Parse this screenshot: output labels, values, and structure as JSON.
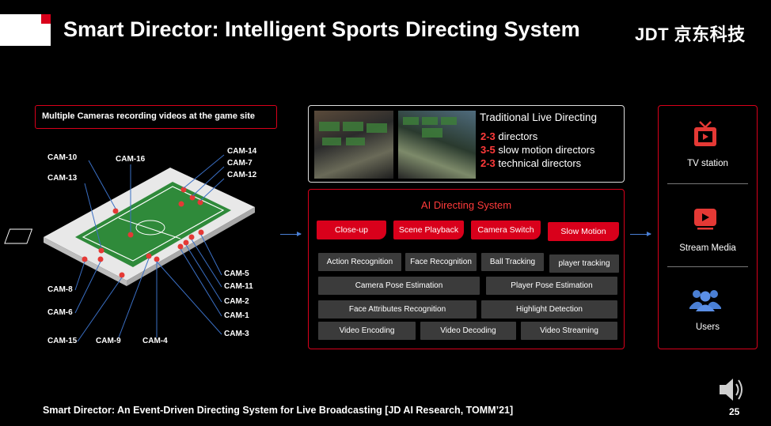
{
  "header": {
    "title": "Smart Director: Intelligent Sports Directing System",
    "brand": "JDT 京东科技"
  },
  "cameras": {
    "caption": "Multiple Cameras recording videos at the game site",
    "labels": [
      "CAM-10",
      "CAM-16",
      "CAM-13",
      "CAM-14",
      "CAM-7",
      "CAM-12",
      "CAM-5",
      "CAM-11",
      "CAM-2",
      "CAM-1",
      "CAM-3",
      "CAM-8",
      "CAM-6",
      "CAM-15",
      "CAM-9",
      "CAM-4"
    ]
  },
  "traditional": {
    "title": "Traditional Live Directing",
    "lines": [
      {
        "count": "2-3",
        "role": " directors"
      },
      {
        "count": "3-5",
        "role": " slow motion directors"
      },
      {
        "count": "2-3",
        "role": " technical directors"
      }
    ]
  },
  "ai": {
    "title": "AI Directing System",
    "functions": [
      "Close-up",
      "Scene Playback",
      "Camera Switch",
      "Slow Motion"
    ],
    "modules": [
      "Action Recognition",
      "Face Recognition",
      "Ball Tracking",
      "player tracking",
      "Camera Pose Estimation",
      "Player Pose Estimation",
      "Face Attributes Recognition",
      "Highlight Detection",
      "Video Encoding",
      "Video Decoding",
      "Video Streaming"
    ]
  },
  "outputs": [
    "TV station",
    "Stream Media",
    "Users"
  ],
  "footer": {
    "citation": "Smart Director: An Event-Driven Directing System for Live Broadcasting [JD AI Research, TOMM’21]",
    "page": "25"
  },
  "colors": {
    "accent": "#d9001b",
    "arrow": "#4a7fd4",
    "module_bg": "#3b3b3b"
  }
}
